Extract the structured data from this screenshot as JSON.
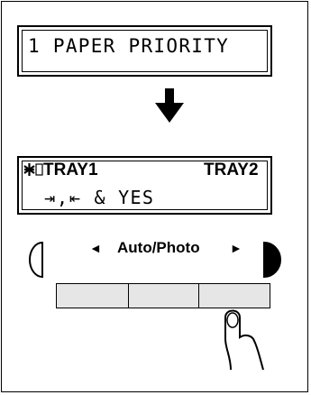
{
  "display_top": {
    "text": "1 PAPER PRIORITY"
  },
  "display_bottom": {
    "tray1_label": "TRAY1",
    "tray2_label": "TRAY2",
    "line2_arrows": "⇥,⇤",
    "line2_text": " & YES"
  },
  "control": {
    "label": "Auto/Photo",
    "left_arrow": "◄",
    "right_arrow": "►"
  },
  "icons": {
    "down_arrow": "down-arrow-icon",
    "star_icon": "asterisk-icon",
    "tray_icon": "paper-tray-icon",
    "hand": "finger-press-icon"
  }
}
